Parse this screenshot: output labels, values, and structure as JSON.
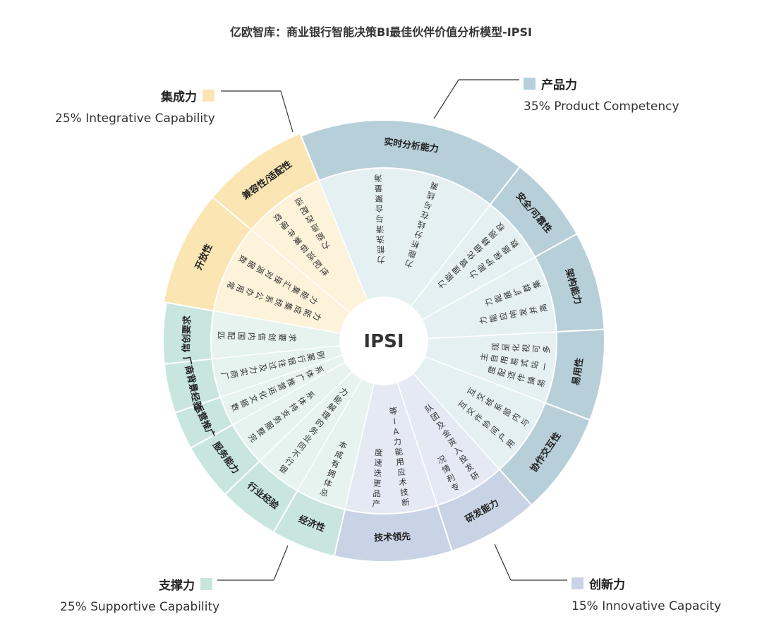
{
  "title": "亿欧智库：商业银行智能决策BI最佳伙伴价值分析模型-IPSI",
  "center": "IPSI",
  "categories": [
    {
      "name": "产品力",
      "desc": "35% Product Competency",
      "color": "#b7cfd9"
    },
    {
      "name": "集成力",
      "desc": "25% Integrative Capability",
      "color": "#fbe5b3"
    },
    {
      "name": "支撑力",
      "desc": "25% Supportive Capability",
      "color": "#c8e6de"
    },
    {
      "name": "创新力",
      "desc": "15% Innovative Capacity",
      "color": "#c9d3e6"
    }
  ],
  "segments": [
    {
      "label": "实时分析能力",
      "cat": 0,
      "items": [
        "海量聚合与清洗能力",
        "离线与在线分析能力"
      ]
    },
    {
      "label": "安全/可靠性",
      "cat": 0,
      "items": [
        "权限精细化管理能力",
        "数据保护能力"
      ]
    },
    {
      "label": "架构能力",
      "cat": 0,
      "items": [
        "集群扩展能力",
        "高并发响应能力"
      ]
    },
    {
      "label": "易用性",
      "cat": 0,
      "items": [
        "多可视化呈现",
        "一站式易用自主",
        "易操作适配度"
      ]
    },
    {
      "label": "协作交互性",
      "cat": 0,
      "items": [
        "与内部系统交互",
        "用户间协作交互"
      ]
    },
    {
      "label": "研发能力",
      "cat": 3,
      "items": [
        "研发投入资金及团队",
        "专利情况"
      ]
    },
    {
      "label": "技术领先",
      "cat": 3,
      "items": [
        "新技术应用能力AI等",
        "产品更迭速度"
      ]
    },
    {
      "label": "经济性",
      "cat": 2,
      "items": [
        "总体拥有成本"
      ]
    },
    {
      "label": "行业经验",
      "cat": 2,
      "items": [
        "银行不同业务的理解能力"
      ]
    },
    {
      "label": "服务能力",
      "cat": 2,
      "items": [
        "完整服务支持体系"
      ]
    },
    {
      "label": "运营推广",
      "cat": 2,
      "items": [
        "数据文化运营推广体系"
      ]
    },
    {
      "label": "厂商背景经验",
      "cat": 2,
      "items": [
        "厂商实力及过往银行案例"
      ]
    },
    {
      "label": "信创要求",
      "cat": 2,
      "items": [
        "匹配国内信创要求"
      ]
    },
    {
      "label": "开放性",
      "cat": 1,
      "items": [
        "常用办公系统集成能力",
        "数据源对接汇集能力"
      ]
    },
    {
      "label": "兼容性/适配性",
      "cat": 1,
      "items": [
        "软硬件兼容适配性",
        "适配改造能力"
      ]
    }
  ]
}
